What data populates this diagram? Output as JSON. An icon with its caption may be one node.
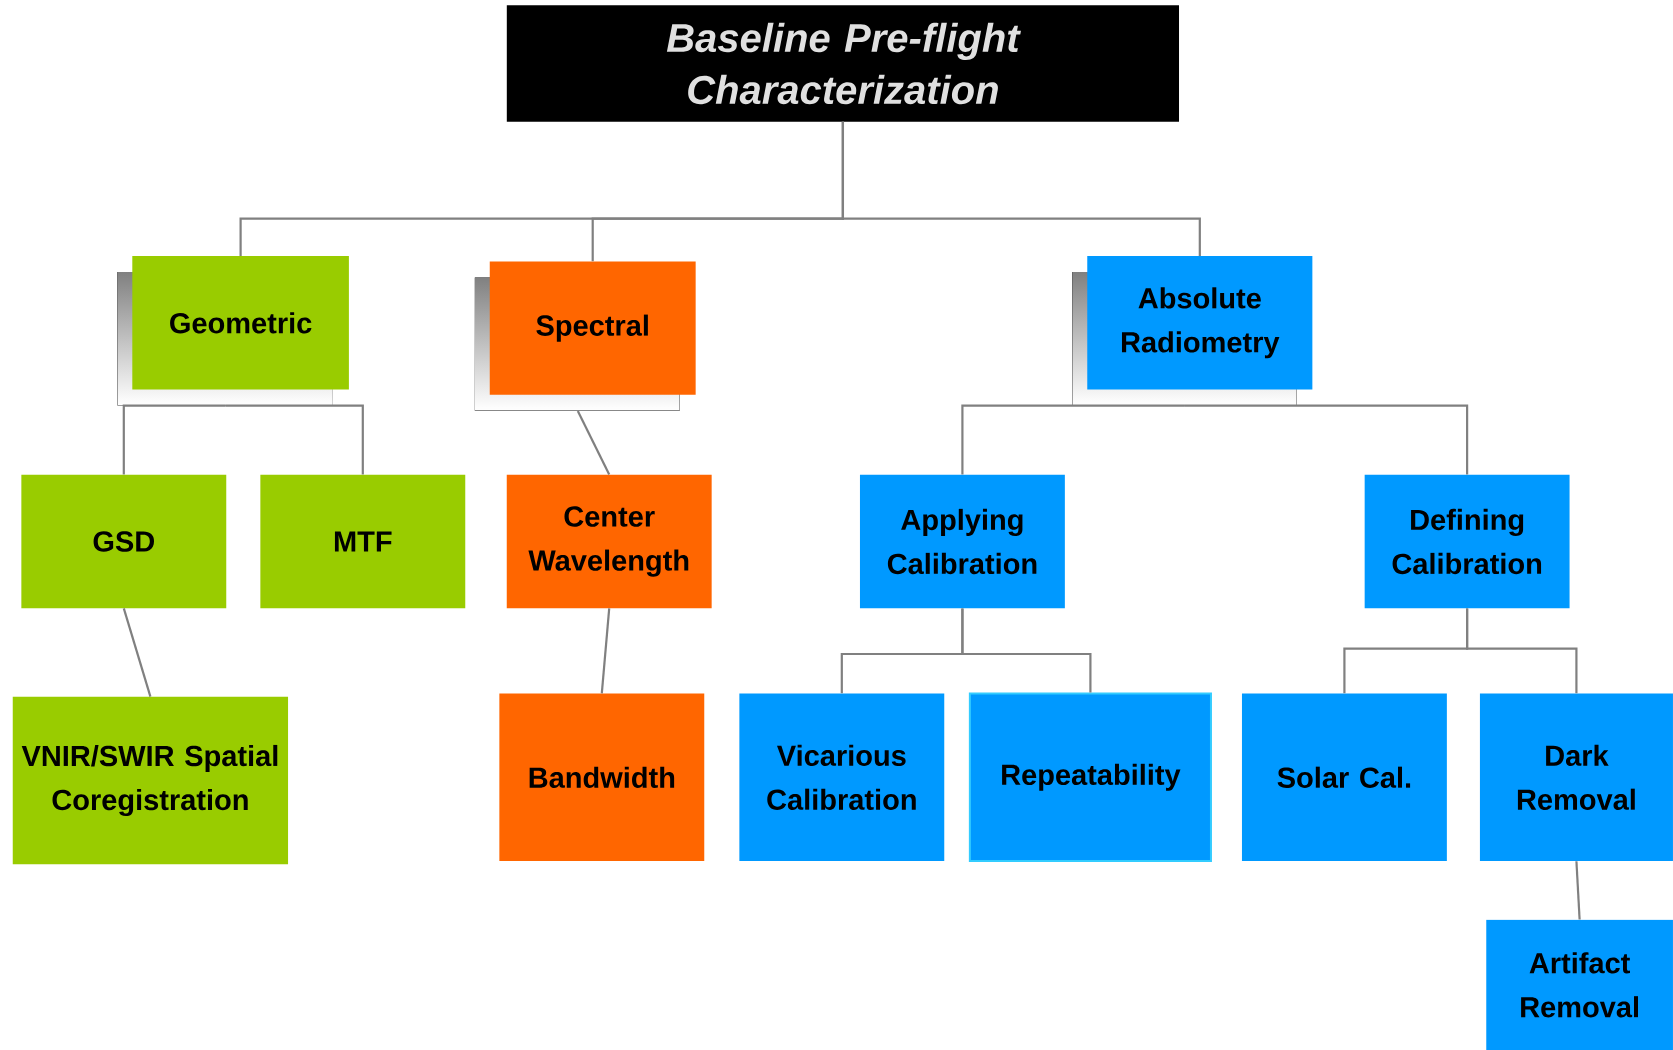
{
  "diagram": {
    "nodes": [
      {
        "text": [
          "Baseline Pre-flight Characterization"
        ]
      },
      {
        "text": [
          "Geometric"
        ]
      },
      {
        "text": [
          "Spectral"
        ]
      },
      {
        "text": [
          "Absolute Radiometry"
        ]
      },
      {
        "text": [
          "GSD"
        ]
      },
      {
        "text": [
          "MTF"
        ]
      },
      {
        "text": [
          "Center Wavelength"
        ]
      },
      {
        "text": [
          "Applying Calibration"
        ]
      },
      {
        "text": [
          "Defining Calibration"
        ]
      },
      {
        "text": [
          "VNIR/SWIR Spatial Coregistration"
        ]
      },
      {
        "text": [
          "Bandwidth"
        ]
      },
      {
        "text": [
          "Vicarious Calibration"
        ]
      },
      {
        "text": [
          "Repeatability"
        ]
      },
      {
        "text": [
          "Solar Cal."
        ]
      },
      {
        "text": [
          "Dark Removal"
        ]
      },
      {
        "text": [
          "Artifact Removal"
        ]
      }
    ],
    "edges": [
      {
        "from": 0,
        "to": 1,
        "arrow": "none"
      },
      {
        "from": 0,
        "to": 2,
        "arrow": "none"
      },
      {
        "from": 0,
        "to": 3,
        "arrow": "none"
      },
      {
        "from": 1,
        "to": 4,
        "arrow": "none"
      },
      {
        "from": 1,
        "to": 5,
        "arrow": "none"
      },
      {
        "from": 2,
        "to": 6,
        "arrow": "none"
      },
      {
        "from": 3,
        "to": 7,
        "arrow": "none"
      },
      {
        "from": 3,
        "to": 8,
        "arrow": "none"
      },
      {
        "from": 4,
        "to": 9,
        "arrow": "none"
      },
      {
        "from": 6,
        "to": 10,
        "arrow": "none"
      },
      {
        "from": 7,
        "to": 11,
        "arrow": "none"
      },
      {
        "from": 7,
        "to": 12,
        "arrow": "none"
      },
      {
        "from": 8,
        "to": 13,
        "arrow": "none"
      },
      {
        "from": 8,
        "to": 14,
        "arrow": "none"
      },
      {
        "from": 14,
        "to": 15,
        "arrow": "none"
      }
    ]
  }
}
